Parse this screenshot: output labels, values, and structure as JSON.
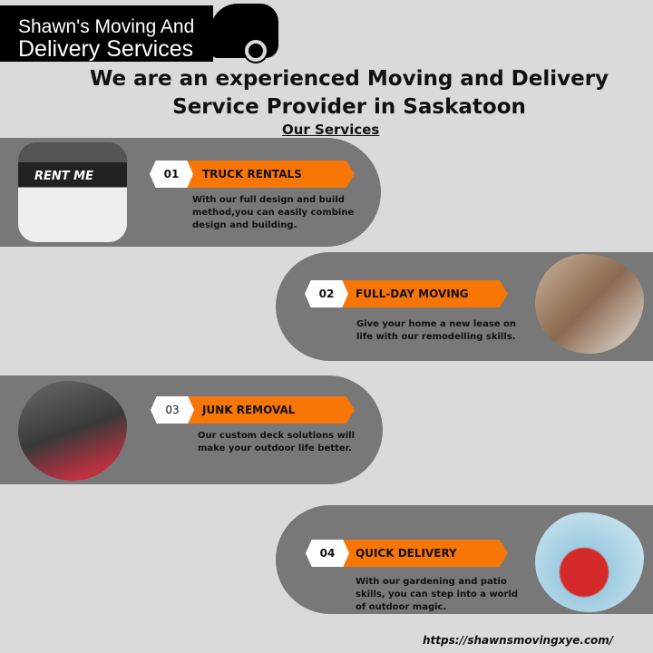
{
  "logo": {
    "line1": "Shawn's Moving And",
    "line2": "Delivery Services"
  },
  "headline": "We are an experienced Moving and Delivery Service Provider in Saskatoon",
  "section_title": "Our Services",
  "services": [
    {
      "number": "01",
      "title": "TRUCK RENTALS",
      "description": "With our full design and build method,you can easily combine design and building.",
      "image_text": "RENT ME"
    },
    {
      "number": "02",
      "title": "FULL-DAY MOVING",
      "description": "Give your home a new lease on life with our remodelling skills."
    },
    {
      "number": "03",
      "title": "JUNK REMOVAL",
      "description": "Our custom deck solutions will make your outdoor life better."
    },
    {
      "number": "04",
      "title": "QUICK DELIVERY",
      "description": "With our gardening and patio skills, you can step into a world of outdoor magic."
    }
  ],
  "footer_url": "https://shawnsmovingxye.com/",
  "colors": {
    "accent": "#f87606",
    "band": "#787878",
    "background": "#dadada"
  }
}
